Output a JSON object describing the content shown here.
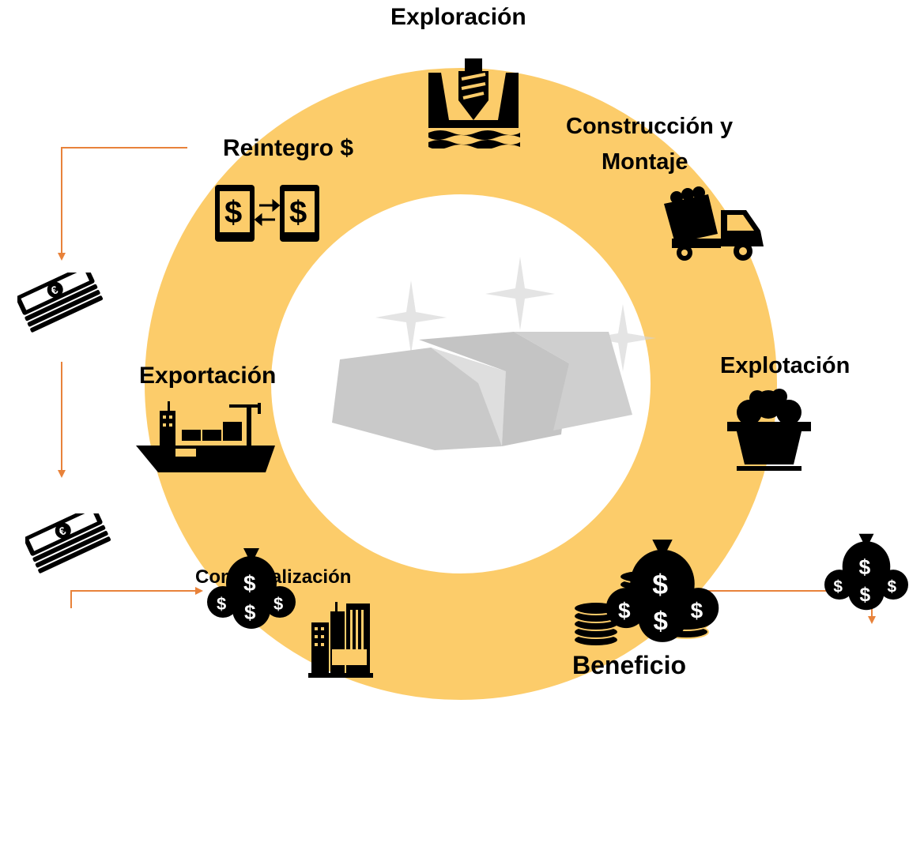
{
  "stages": {
    "exploracion": "Exploración",
    "construccion_line1": "Construcción y",
    "construccion_line2": "Montaje",
    "explotacion": "Explotación",
    "beneficio": "Beneficio",
    "comercializacion": "Comercialización",
    "exportacion": "Exportación",
    "reintegro": "Reintegro $"
  },
  "colors": {
    "ring": "#fccc6a",
    "arrow": "#e8823a",
    "icon": "#000000",
    "gold_bars": "#c9c9c9"
  },
  "icons": {
    "exploracion": "drill-icon",
    "construccion": "dump-truck-icon",
    "explotacion": "mine-cart-icon",
    "beneficio": "coin-stacks-icon",
    "comercializacion": "office-buildings-icon",
    "exportacion": "cargo-ship-icon",
    "reintegro": "money-transfer-icon",
    "money_stack": "banknote-stack-icon",
    "money_bags": "money-bags-icon",
    "center": "gold-bars-icon"
  }
}
